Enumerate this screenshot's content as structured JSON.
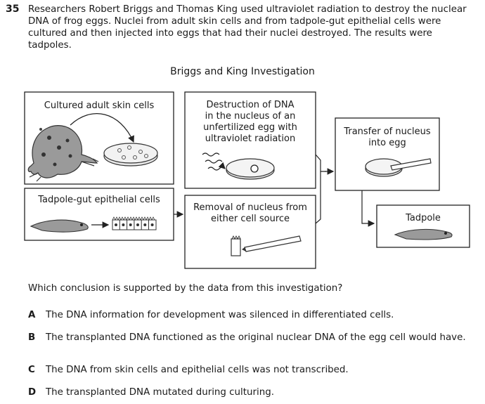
{
  "question": {
    "number": "35",
    "stem": "Researchers Robert Briggs and Thomas King used ultraviolet radiation to destroy the nuclear DNA of frog eggs. Nuclei from adult skin cells and from tadpole-gut epithelial cells were cultured and then injected into eggs that had their nuclei destroyed. The results were tadpoles."
  },
  "figure": {
    "title": "Briggs and King Investigation",
    "boxes": {
      "skin": [
        "Cultured adult skin cells"
      ],
      "tadpole_gut": [
        "Tadpole-gut epithelial cells"
      ],
      "destruction": [
        "Destruction of DNA",
        "in the nucleus of an",
        "unfertilized egg with",
        "ultraviolet radiation"
      ],
      "removal": [
        "Removal of nucleus from",
        "either cell source"
      ],
      "transfer": [
        "Transfer of nucleus",
        "into egg"
      ],
      "result": [
        "Tadpole"
      ]
    },
    "icons": [
      "frog-icon",
      "petri-dish-icon",
      "tadpole-icon",
      "epithelial-cells-icon",
      "uv-rays-icon",
      "egg-dish-icon",
      "test-tube-icon",
      "pipette-icon"
    ]
  },
  "prompt": "Which conclusion is supported by the data from this investigation?",
  "options": [
    {
      "letter": "A",
      "text": "The DNA information for development was silenced in differentiated cells."
    },
    {
      "letter": "B",
      "text": "The transplanted DNA functioned as the original nuclear DNA of the egg cell would have."
    },
    {
      "letter": "C",
      "text": "The DNA from skin cells and epithelial cells was not transcribed."
    },
    {
      "letter": "D",
      "text": "The transplanted DNA mutated during culturing."
    }
  ]
}
